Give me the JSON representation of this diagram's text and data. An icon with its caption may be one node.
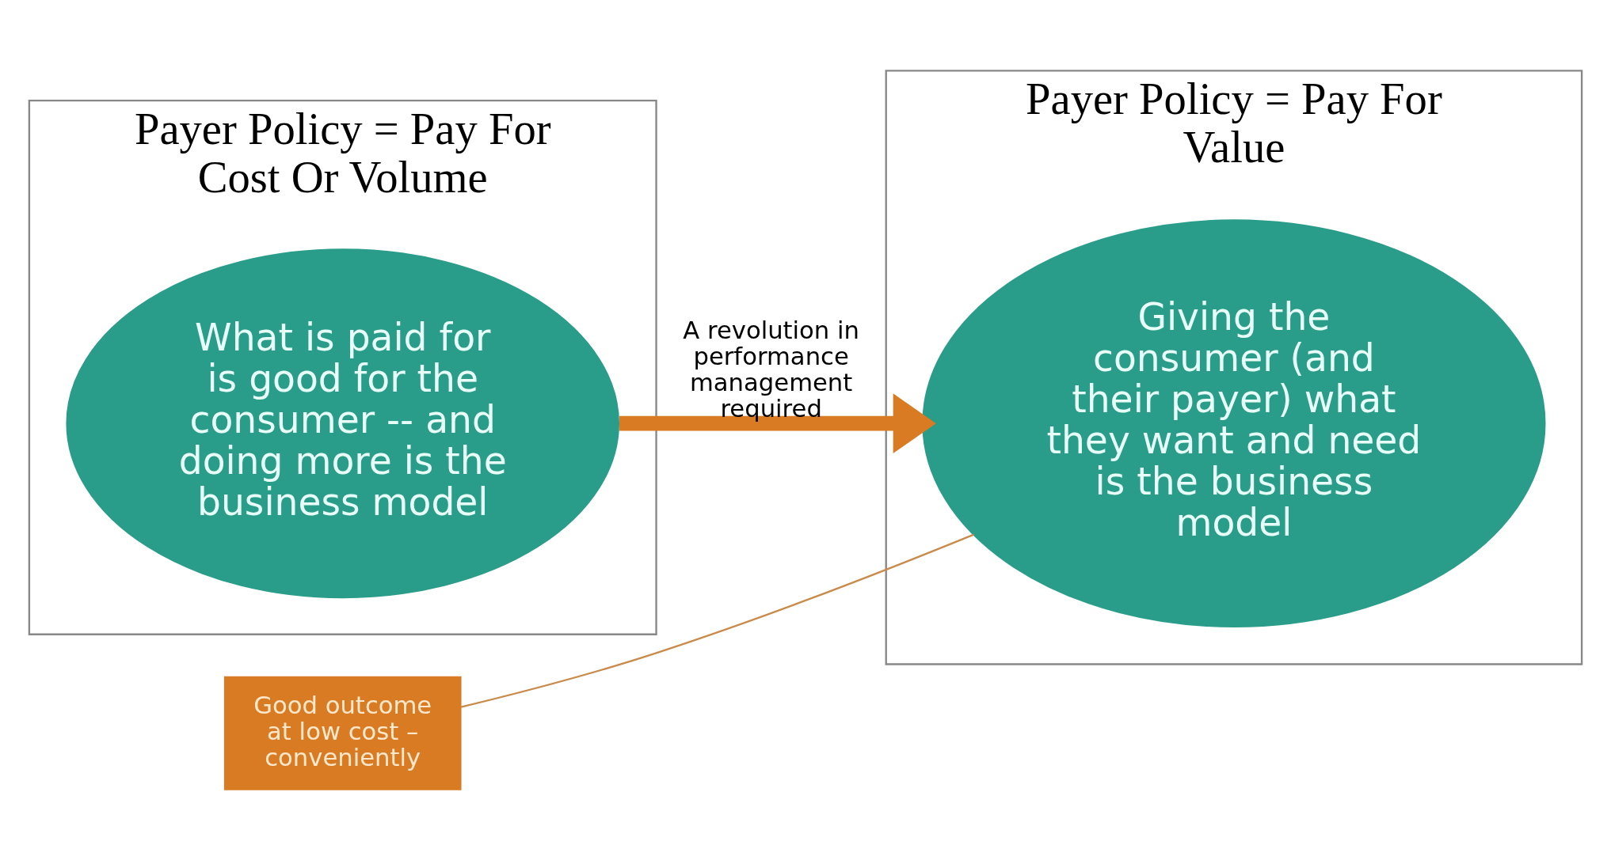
{
  "diagram": {
    "nodes": [
      {
        "text": [
          "Payer Policy = Pay For Cost Or Volume"
        ]
      },
      {
        "text": [
          "What is paid for is good for the consumer -- and doing more is the business model"
        ],
        "in": 0
      },
      {
        "text": [
          "Payer Policy = Pay For Value"
        ]
      },
      {
        "text": [
          "Giving the consumer (and their payer) what they want and need is the business model"
        ],
        "in": 2
      },
      {
        "text": [
          "Good outcome at low cost – conveniently"
        ]
      }
    ],
    "edges": [
      {
        "from": 1,
        "to": 3,
        "arrow": "to",
        "label": "A revolution in performance management required",
        "style": "thick",
        "color": "#d97b22"
      },
      {
        "from": 4,
        "to": 3,
        "arrow": "none",
        "color": "#c98a4a"
      }
    ]
  }
}
